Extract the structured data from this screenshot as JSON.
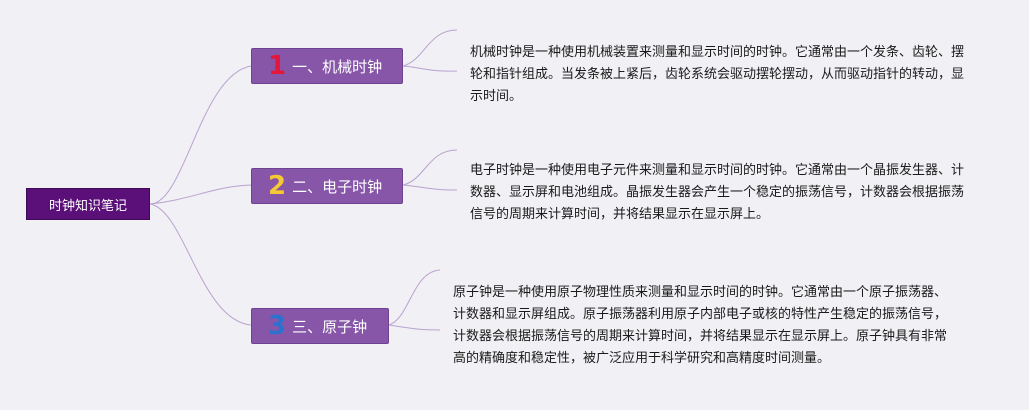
{
  "root": {
    "label": "时钟知识笔记"
  },
  "branches": [
    {
      "number": "1",
      "label": "一、机械时钟",
      "number_color": "#e4173a",
      "description": "机械时钟是一种使用机械装置来测量和显示时间的时钟。它通常由一个发条、齿轮、摆轮和指针组成。当发条被上紧后，齿轮系统会驱动摆轮摆动，从而驱动指针的转动，显示时间。"
    },
    {
      "number": "2",
      "label": "二、电子时钟",
      "number_color": "#f5c933",
      "description": "电子时钟是一种使用电子元件来测量和显示时间的时钟。它通常由一个晶振发生器、计数器、显示屏和电池组成。晶振发生器会产生一个稳定的振荡信号，计数器会根据振荡信号的周期来计算时间，并将结果显示在显示屏上。"
    },
    {
      "number": "3",
      "label": "三、原子钟",
      "number_color": "#2a72cf",
      "description": "原子钟是一种使用原子物理性质来测量和显示时间的时钟。它通常由一个原子振荡器、计数器和显示屏组成。原子振荡器利用原子内部电子或核的特性产生稳定的振荡信号，计数器会根据振荡信号的周期来计算时间，并将结果显示在显示屏上。原子钟具有非常高的精确度和稳定性，被广泛应用于科学研究和高精度时间测量。"
    }
  ],
  "colors": {
    "background": "#f1f0f4",
    "root_fill": "#5a1078",
    "branch_fill": "#8756a8",
    "connector": "#b9a2d0"
  }
}
